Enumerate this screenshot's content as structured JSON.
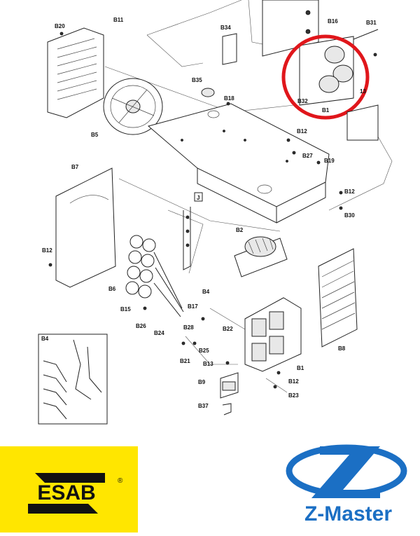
{
  "diagram": {
    "labels": {
      "b20": "B20",
      "b11": "B11",
      "b34": "B34",
      "b16": "B16",
      "b31": "B31",
      "b35": "B35",
      "b18": "B18",
      "b13a": "13",
      "b32": "B32",
      "b1x": "B1",
      "b5": "B5",
      "b12a": "B12",
      "b27": "B27",
      "b19": "B19",
      "b7": "B7",
      "b12b": "B12",
      "j": "J",
      "b30": "B30",
      "b2": "B2",
      "b12c": "B12",
      "b6": "B6",
      "b4": "B4",
      "b15": "B15",
      "b17": "B17",
      "b26": "B26",
      "b24": "B24",
      "b28": "B28",
      "b22": "B22",
      "b25": "B25",
      "b21": "B21",
      "b13": "B13",
      "b1": "B1",
      "b9": "B9",
      "b12d": "B12",
      "b23": "B23",
      "b37": "B37",
      "b8": "B8",
      "inset_b4": "B4"
    },
    "highlight_color": "#e0161b"
  },
  "logos": {
    "esab": {
      "text": "ESAB",
      "mark": "®",
      "background": "#ffe600"
    },
    "zmaster": {
      "text": "Z-Master",
      "color": "#1b6fc4"
    }
  }
}
